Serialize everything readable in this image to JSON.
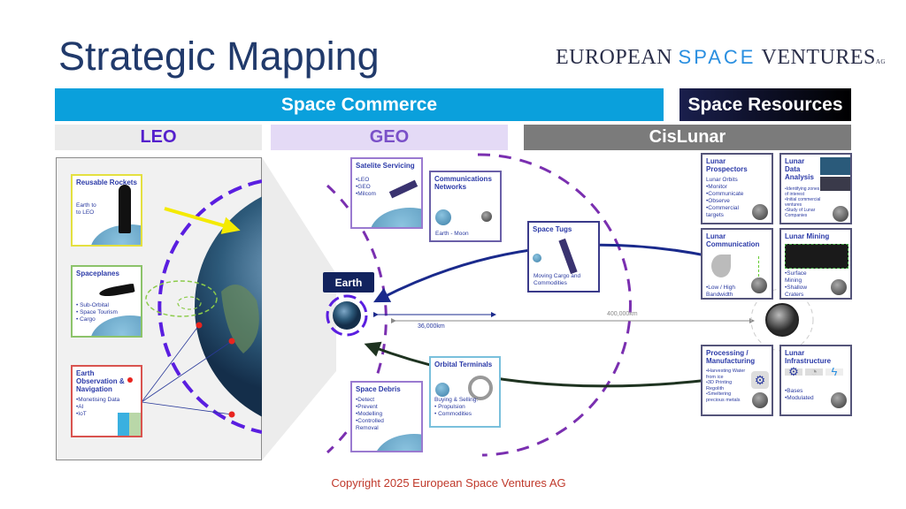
{
  "title": "Strategic Mapping",
  "logo": {
    "part1": "EUROPEAN ",
    "part2": "SPACE",
    "part3": " VENTURES",
    "suffix": "AG"
  },
  "headers": {
    "commerce": "Space Commerce",
    "resources": "Space Resources",
    "leo": "LEO",
    "geo": "GEO",
    "cislunar": "CisLunar"
  },
  "earth_label": "Earth",
  "distances": {
    "geo": "36,000km",
    "moon": "400,000km"
  },
  "leo_cards": [
    {
      "title": "Reusable Rockets",
      "items": [
        "Earth to",
        "to LEO"
      ]
    },
    {
      "title": "Spaceplanes",
      "items": [
        "• Sub-Orbital",
        "• Space Tourism",
        "• Cargo"
      ]
    },
    {
      "title": "Earth Observation & Navigation",
      "items": [
        "•Monetising Data",
        "•AI",
        "•IoT"
      ]
    }
  ],
  "geo_cards": [
    {
      "title": "Satelite Servicing",
      "items": [
        "•LEO",
        "•GEO",
        "•Milcom"
      ]
    },
    {
      "title": "Communications Networks",
      "items": [
        "Earth - Moon"
      ]
    },
    {
      "title": "Space Tugs",
      "items": [
        "Moving Cargo and Commodities"
      ]
    },
    {
      "title": "Orbital Terminals",
      "items": [
        "Buying & Selling:",
        "•  Propulsion",
        "•  Commodities"
      ]
    },
    {
      "title": "Space Debris",
      "items": [
        "•Detect",
        "•Prevent",
        "•Modelling",
        "•Controlled Removal"
      ]
    }
  ],
  "lunar_cards": [
    {
      "title": "Lunar Prospectors",
      "items": [
        "Lunar Orbits",
        "•Monitor",
        "•Communicate",
        "•Observe",
        "•Commercial targets"
      ]
    },
    {
      "title": "Lunar Data Analysis",
      "items": [
        "•Identifying zones of interest",
        "•Initial commercial ventures",
        "•Study of Lunar Companies"
      ]
    },
    {
      "title": "Lunar Communication",
      "items": [
        "•Low / High Bandwidth"
      ]
    },
    {
      "title": "Lunar Mining",
      "items": [
        "•Surface Mining",
        "•Shallow Craters"
      ]
    },
    {
      "title": "Processing / Manufacturing",
      "items": [
        "•Harvesting Water from ice",
        "•3D Printing Regolith",
        "•Smeltering precious metals"
      ]
    },
    {
      "title": "Lunar Infrastructure",
      "items": [
        "•Bases",
        "•Modulated"
      ]
    }
  ],
  "copyright": "Copyright 2025 European Space Ventures AG"
}
